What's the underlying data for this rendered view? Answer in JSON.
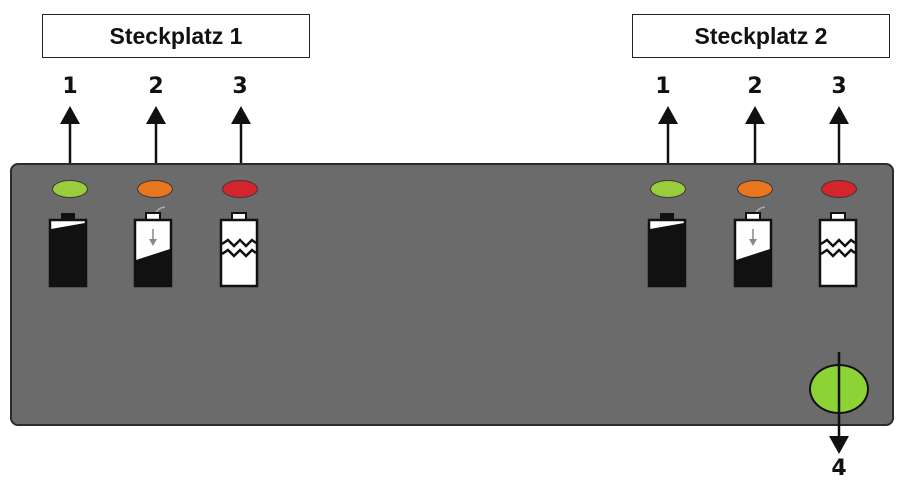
{
  "slots": [
    {
      "label": "Steckplatz 1",
      "numbers": [
        "1",
        "2",
        "3"
      ]
    },
    {
      "label": "Steckplatz 2",
      "numbers": [
        "1",
        "2",
        "3"
      ]
    }
  ],
  "power_button_number": "4",
  "colors": {
    "led_green": "#9acd3c",
    "led_orange": "#e8761e",
    "led_red": "#d4262a",
    "panel": "#6b6b6b",
    "power_button": "#8dd336"
  },
  "indicators": [
    {
      "led": "green",
      "icon": "battery-full-icon"
    },
    {
      "led": "orange",
      "icon": "battery-charging-icon"
    },
    {
      "led": "red",
      "icon": "battery-defective-icon"
    }
  ]
}
